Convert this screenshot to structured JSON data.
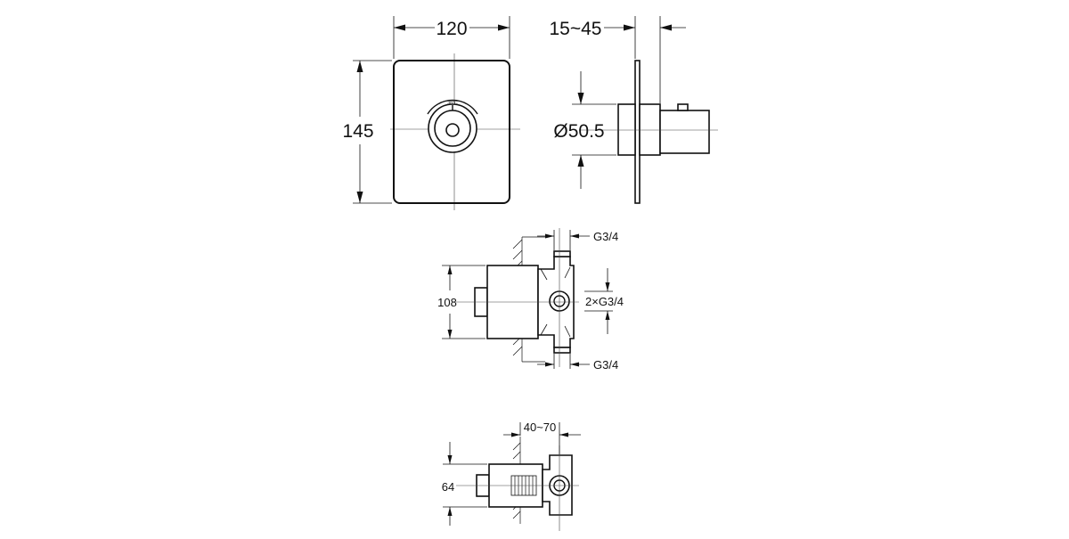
{
  "front_view": {
    "width_dim": "120",
    "height_dim": "145",
    "temp_mark": "38°C"
  },
  "side_view": {
    "depth_dim": "15~45",
    "diameter_dim": "Ø50.5"
  },
  "body_view": {
    "top_port": "G3/4",
    "side_ports": "2×G3/4",
    "bottom_port": "G3/4",
    "height_dim": "108"
  },
  "top_view": {
    "depth_dim": "40~70",
    "height_dim": "64"
  }
}
